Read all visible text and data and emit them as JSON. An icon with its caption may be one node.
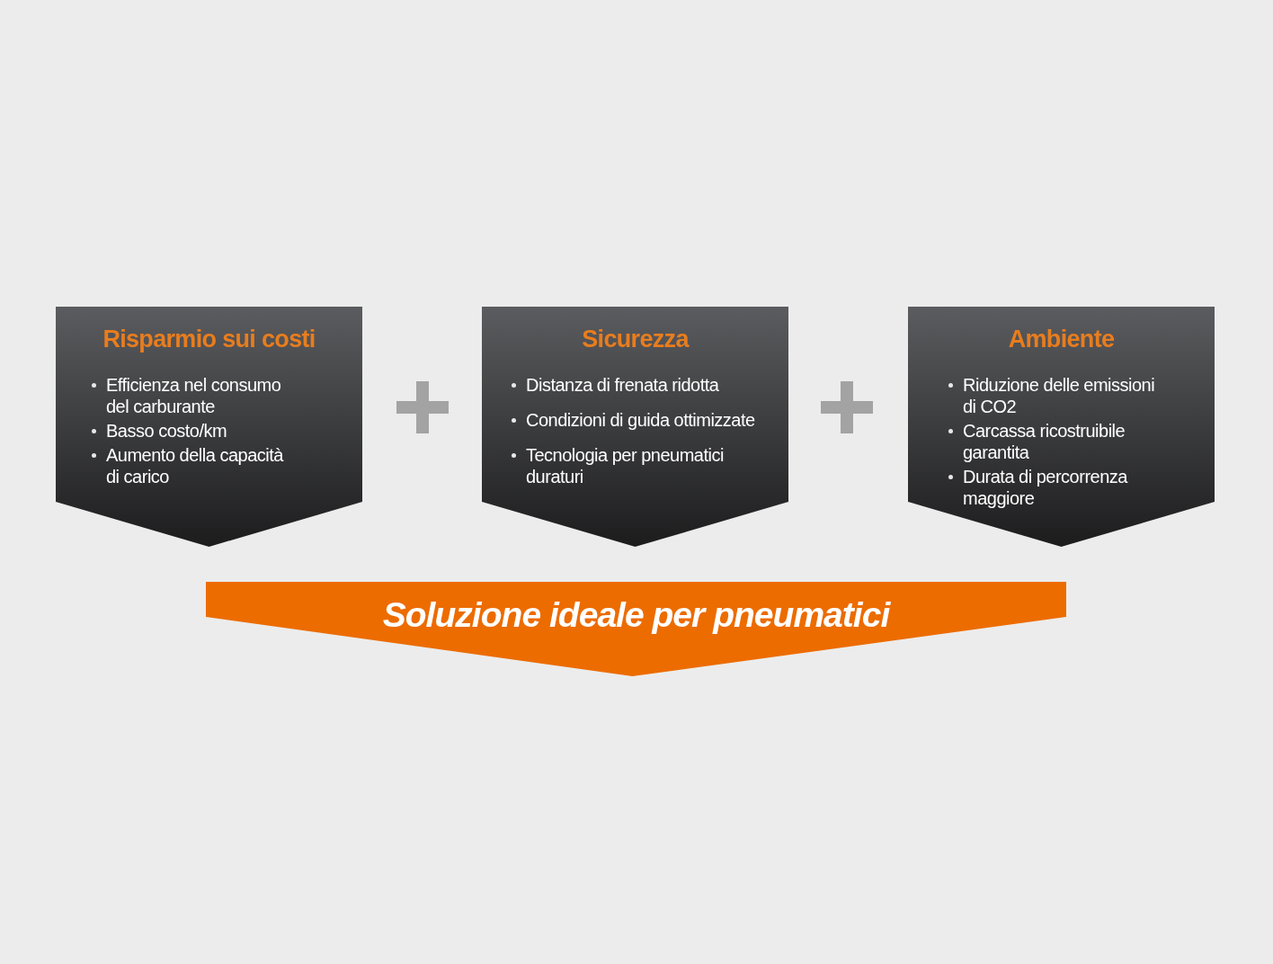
{
  "diagram": {
    "nodes": [
      {
        "text": [
          "Risparmio sui costi",
          "Efficienza nel consumo del carburante",
          "Basso costo/km",
          "Aumento della capacità di carico"
        ]
      },
      {
        "text": [
          "Sicurezza",
          "Distanza di frenata ridotta",
          "Condizioni di guida ottimizzate",
          "Tecnologia per pneumatici duraturi"
        ]
      },
      {
        "text": [
          "Ambiente",
          "Riduzione delle emissioni di CO2",
          "Carcassa ricostruibile garantita",
          "Durata di percorrenza maggiore"
        ]
      },
      {
        "text": [
          "Soluzione ideale per pneumatici"
        ]
      }
    ]
  }
}
